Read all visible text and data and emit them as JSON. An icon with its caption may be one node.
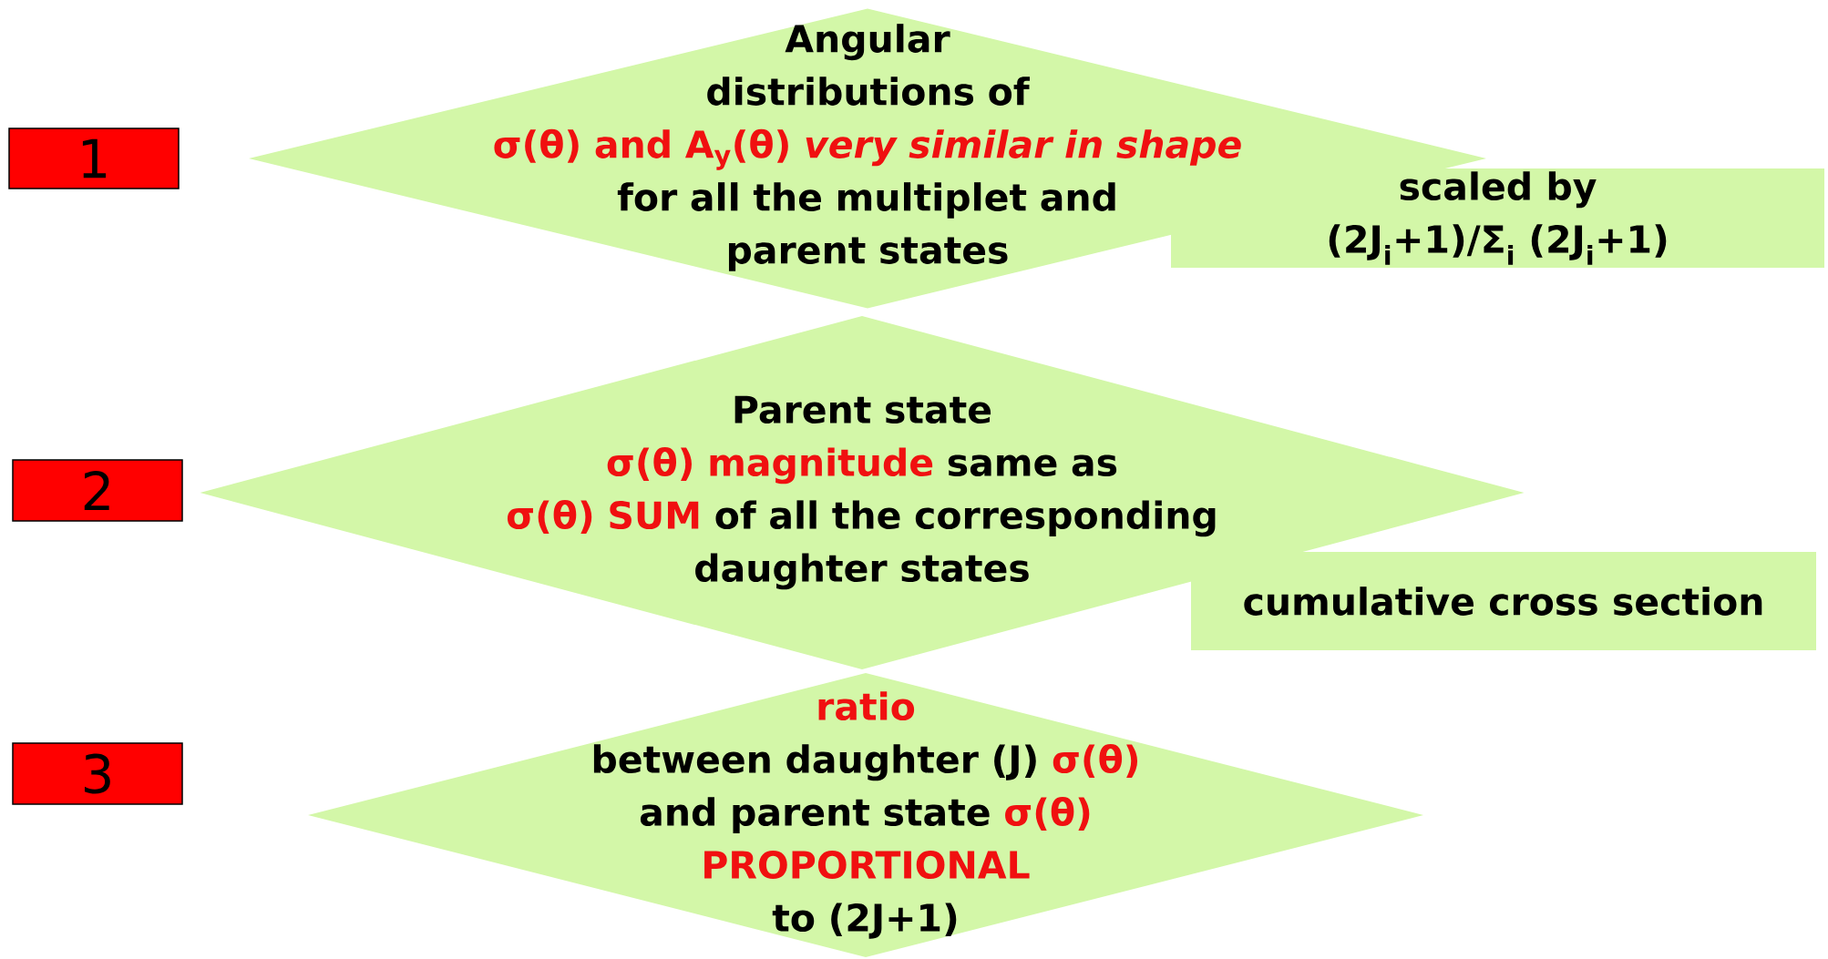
{
  "diagram": {
    "nodes": [
      {
        "text": [
          "1"
        ]
      },
      {
        "text": [
          "Angular distributions of",
          "σ(θ) and A$_{y}$(θ) *very similar in shape*",
          "for all the multiplet and parent states"
        ]
      },
      {
        "text": [
          "scaled by (2J$_{i}$+1)/Σ$_{i}$ (2J$_{i}$+1)"
        ]
      },
      {
        "text": [
          "2"
        ]
      },
      {
        "text": [
          "Parent state",
          "σ(θ) magnitude",
          "same as",
          "σ(θ) SUM",
          "of all the corresponding daughter states"
        ]
      },
      {
        "text": [
          "cumulative cross section"
        ]
      },
      {
        "text": [
          "3"
        ]
      },
      {
        "text": [
          "ratio",
          "between daughter (J)",
          "σ(θ)",
          "and parent state",
          "σ(θ)",
          "PROPORTIONAL",
          "to (2J+1)"
        ]
      }
    ]
  }
}
